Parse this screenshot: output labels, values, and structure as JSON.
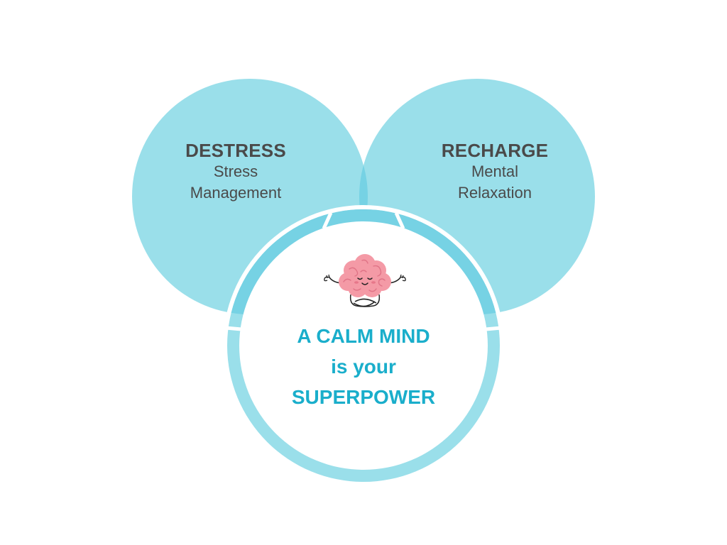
{
  "colors": {
    "circle": "#9adfea",
    "overlap_top": "#76d2e4",
    "ring_band": "#76d2e4",
    "ring_outer": "#9adfea",
    "center_fill": "#ffffff",
    "label_text": "#4a4a4a",
    "center_text": "#1aaecb",
    "brain_pink": "#f49aa6",
    "brain_outline": "#222222"
  },
  "left_circle": {
    "heading": "DESTRESS",
    "subtitle_line1": "Stress",
    "subtitle_line2": "Management"
  },
  "right_circle": {
    "heading": "RECHARGE",
    "subtitle_line1": "Mental",
    "subtitle_line2": "Relaxation"
  },
  "center": {
    "line1": "A CALM MIND",
    "line2": "is your",
    "line3": "SUPERPOWER",
    "icon": "meditating-brain-icon"
  }
}
